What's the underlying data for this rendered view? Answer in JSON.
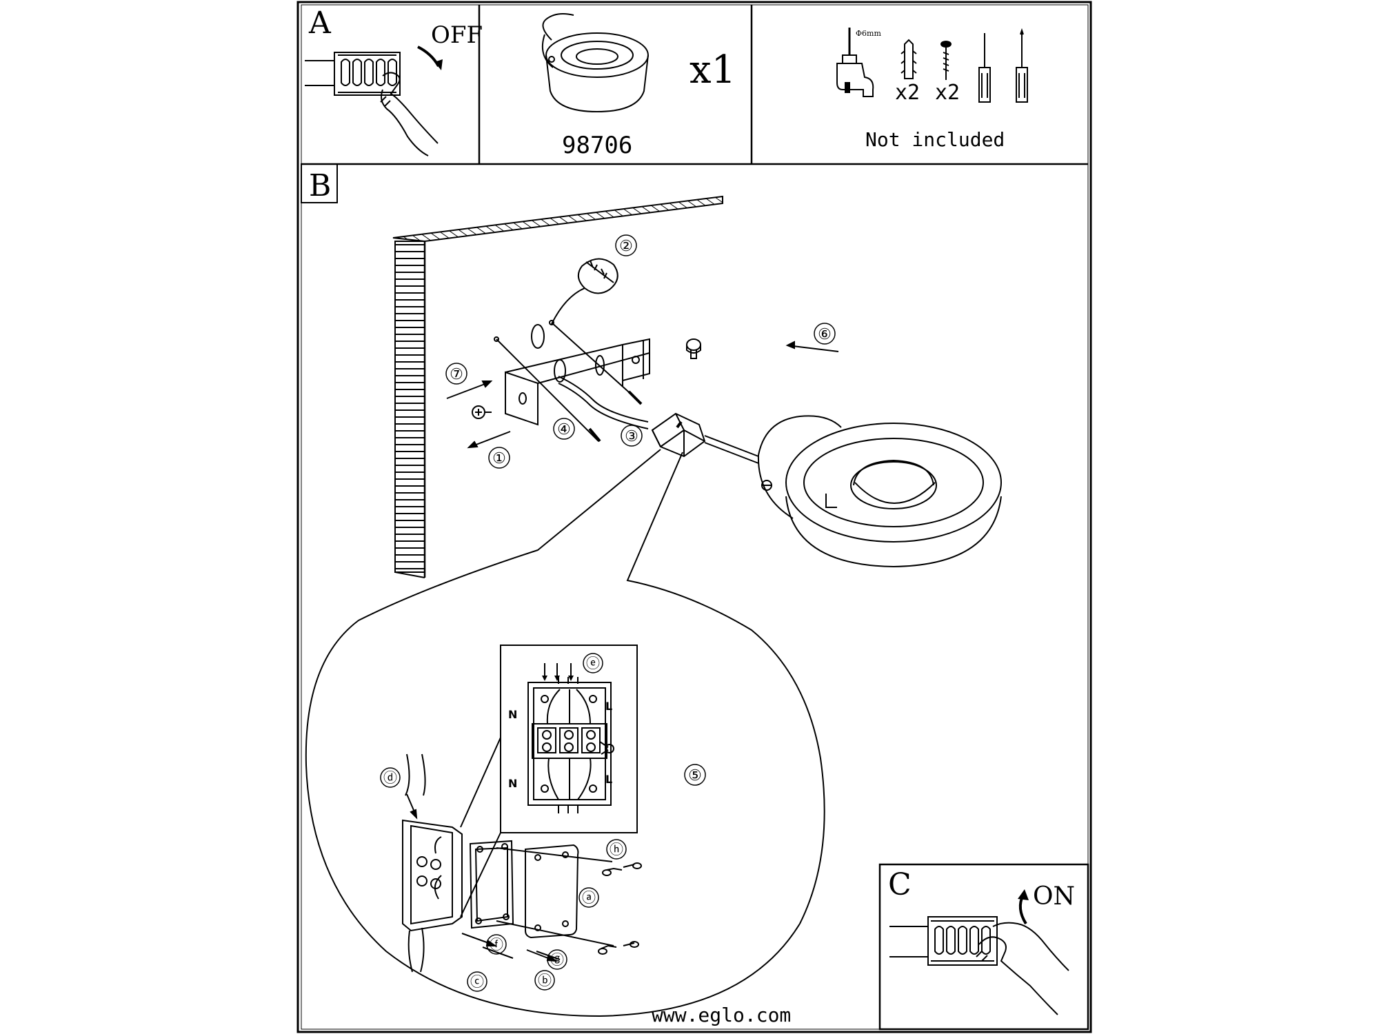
{
  "panel_a": {
    "letter": "A",
    "switch_label": "OFF",
    "product_qty": "x1",
    "product_code": "98706",
    "tools": {
      "drill_bit": "Φ6mm",
      "dowel_qty": "x2",
      "screw_qty": "x2",
      "note": "Not included"
    }
  },
  "panel_b": {
    "letter": "B",
    "steps": [
      "①",
      "②",
      "③",
      "④",
      "⑤",
      "⑥",
      "⑦"
    ],
    "wiring": {
      "left_top": "N",
      "left_bottom": "N",
      "right_top": "L",
      "right_bottom": "L",
      "parts": [
        "ⓐ",
        "ⓑ",
        "ⓒ",
        "ⓓ",
        "ⓔ",
        "ⓕ",
        "ⓖ",
        "ⓗ"
      ]
    }
  },
  "panel_c": {
    "letter": "C",
    "switch_label": "ON"
  },
  "footer": {
    "website": "www.eglo.com"
  }
}
